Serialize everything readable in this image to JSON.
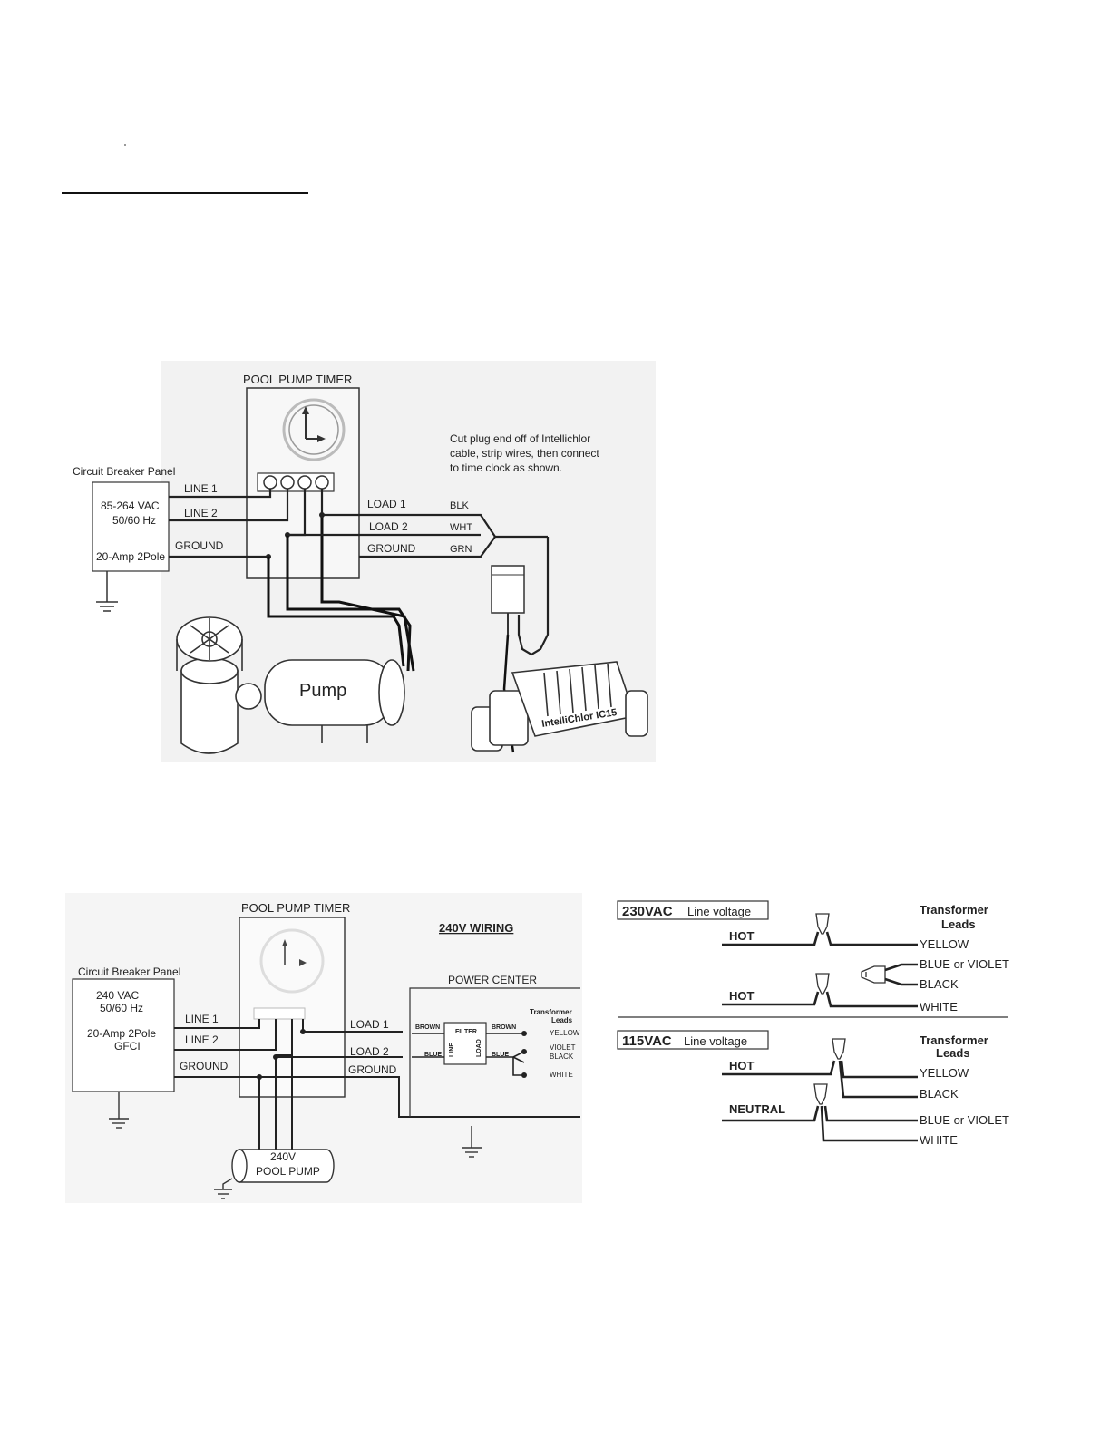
{
  "diagram1": {
    "timer_title": "POOL PUMP TIMER",
    "panel_title": "Circuit Breaker Panel",
    "panel_voltage": "85-264 VAC",
    "panel_freq": "50/60 Hz",
    "panel_breaker": "20-Amp 2Pole",
    "line1": "LINE 1",
    "line2": "LINE 2",
    "ground_left": "GROUND",
    "load1": "LOAD 1",
    "load2": "LOAD 2",
    "ground_right": "GROUND",
    "blk": "BLK",
    "wht": "WHT",
    "grn": "GRN",
    "note_line1": "Cut plug end off of Intellichlor",
    "note_line2": "cable, strip wires, then connect",
    "note_line3": "to time clock as shown.",
    "pump_label": "Pump",
    "cell_label": "IntelliChlor IC15"
  },
  "diagram2": {
    "timer_title": "POOL PUMP TIMER",
    "wiring_title": "240V WIRING",
    "panel_title": "Circuit Breaker Panel",
    "panel_voltage": "240 VAC",
    "panel_freq": "50/60 Hz",
    "panel_breaker": "20-Amp 2Pole",
    "panel_gfci": "GFCI",
    "line1": "LINE 1",
    "line2": "LINE 2",
    "ground_left": "GROUND",
    "load1": "LOAD 1",
    "load2": "LOAD 2",
    "ground_right": "GROUND",
    "power_center": "POWER CENTER",
    "brown_in": "BROWN",
    "brown_out": "BROWN",
    "blue_in": "BLUE",
    "blue_out": "BLUE",
    "filter": "FILTER",
    "filter_line": "LINE",
    "filter_load": "LOAD",
    "transformer_line1": "Transformer",
    "transformer_line2": "Leads",
    "yellow": "YELLOW",
    "violet": "VIOLET",
    "black": "BLACK",
    "white": "WHITE",
    "pump_voltage": "240V",
    "pump_label": "POOL PUMP"
  },
  "diagram3": {
    "v230_num": "230VAC",
    "v230_text": "Line voltage",
    "hot1": "HOT",
    "hot2": "HOT",
    "tl_line1": "Transformer",
    "tl_line2": "Leads",
    "yellow": "YELLOW",
    "blue_or_violet": "BLUE or VIOLET",
    "black": "BLACK",
    "white": "WHITE",
    "v115_num": "115VAC",
    "v115_text": "Line voltage",
    "hot3": "HOT",
    "neutral": "NEUTRAL",
    "tl2_line1": "Transformer",
    "tl2_line2": "Leads",
    "yellow2": "YELLOW",
    "black2": "BLACK",
    "blue_or_violet2": "BLUE or VIOLET",
    "white2": "WHITE"
  }
}
